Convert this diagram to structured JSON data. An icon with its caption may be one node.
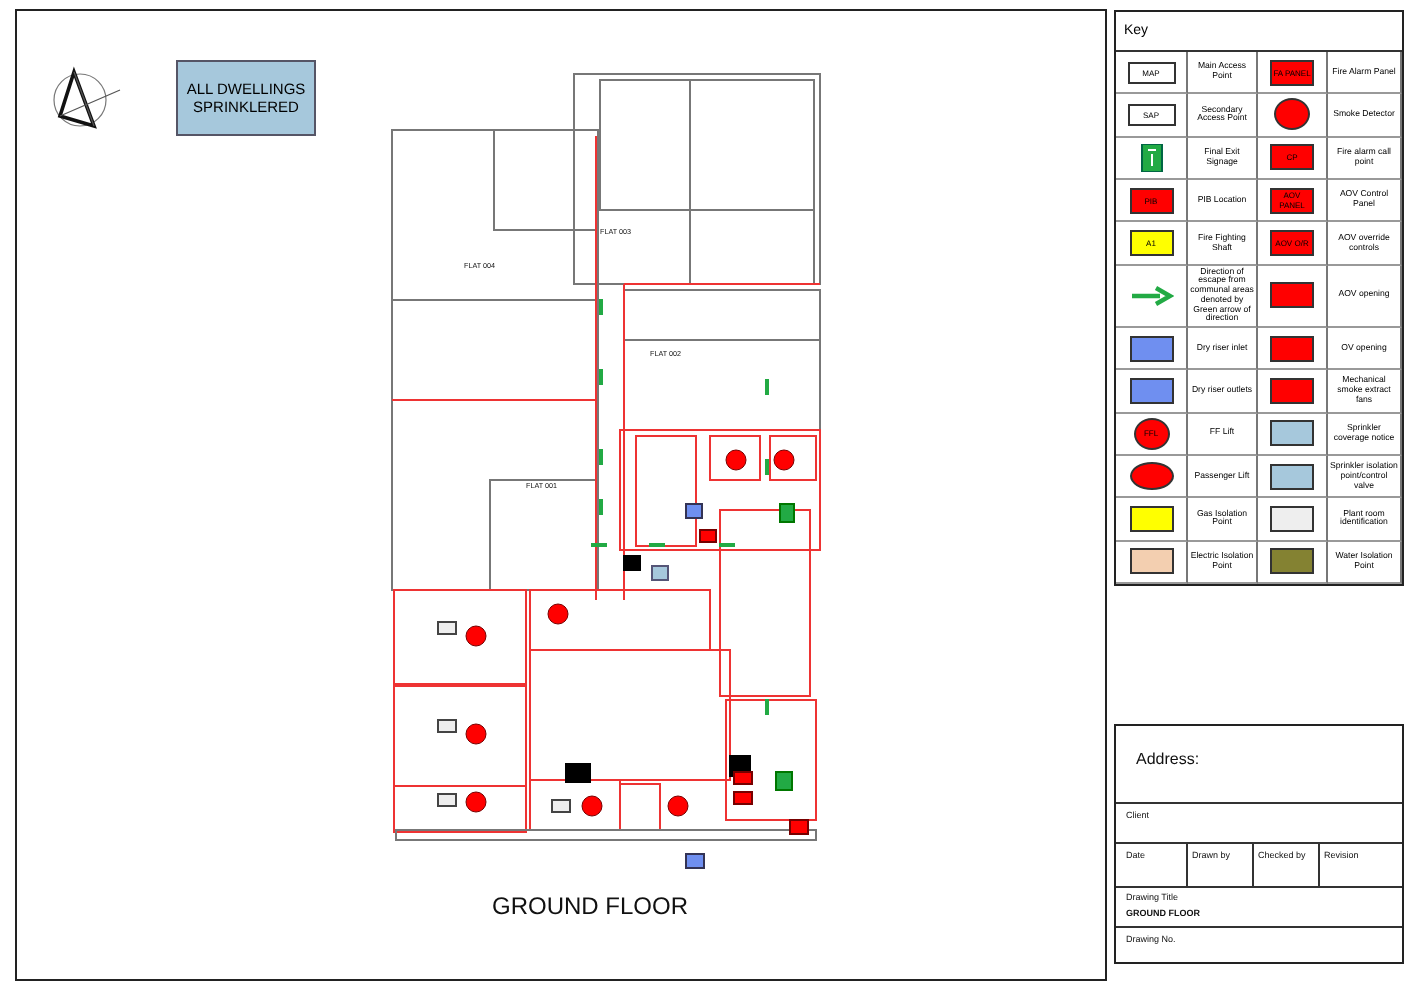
{
  "diagram": {
    "labels": [
      "ALL DWELLINGS SPRINKLERED",
      "Key",
      "MAP",
      "SAP",
      "PIB",
      "A1",
      "FA PANEL",
      "CP",
      "AOV PANEL",
      "AOV O/R",
      "FFL",
      "FLAT 004",
      "FLAT 003",
      "FLAT 002",
      "FLAT 001",
      "GROUND FLOOR",
      "Address:",
      "Client",
      "Date",
      "Drawn by",
      "Checked by",
      "Revision",
      "Drawing Title",
      "GROUND FLOOR",
      "Drawing No."
    ],
    "legend": [
      {
        "text": "Main Access Point",
        "color": "#ffffff"
      },
      {
        "text": "Fire Alarm Panel",
        "color": "#ff0000"
      },
      {
        "text": "Secondary Access Point",
        "color": "#ffffff"
      },
      {
        "text": "Smoke Detector"
      },
      {
        "text": "Final Exit Signage"
      },
      {
        "text": "Fire alarm call point",
        "color": "#ff0000"
      },
      {
        "text": "PIB Location",
        "color": "#ff0000"
      },
      {
        "text": "AOV Control Panel",
        "color": "#ff0000"
      },
      {
        "text": "Fire Fighting Shaft",
        "color": "#ffff00"
      },
      {
        "text": "AOV override controls",
        "color": "#ff0000"
      },
      {
        "text": "Direction of escape from communal areas denoted by Green arrow of direction"
      },
      {
        "text": "AOV opening",
        "color": "#ff0000"
      },
      {
        "text": "Dry riser inlet",
        "color": "#6f8ff0"
      },
      {
        "text": "OV opening",
        "color": "#ff0000"
      },
      {
        "text": "Dry riser outlets",
        "color": "#6f8ff0"
      },
      {
        "text": "Mechanical smoke extract fans",
        "color": "#ff0000"
      },
      {
        "text": "FF Lift"
      },
      {
        "text": "Sprinkler coverage notice",
        "color": "#a6c8dc"
      },
      {
        "text": "Passenger Lift"
      },
      {
        "text": "Sprinkler isolation point/control valve",
        "color": "#a6c8dc"
      },
      {
        "text": "Gas Isolation Point",
        "color": "#ffff00"
      },
      {
        "text": "Plant room identification",
        "color": "#eeeeee"
      },
      {
        "text": "Electric Isolation Point",
        "color": "#f3cfb0"
      },
      {
        "text": "Water Isolation Point",
        "color": "#848232"
      }
    ]
  }
}
